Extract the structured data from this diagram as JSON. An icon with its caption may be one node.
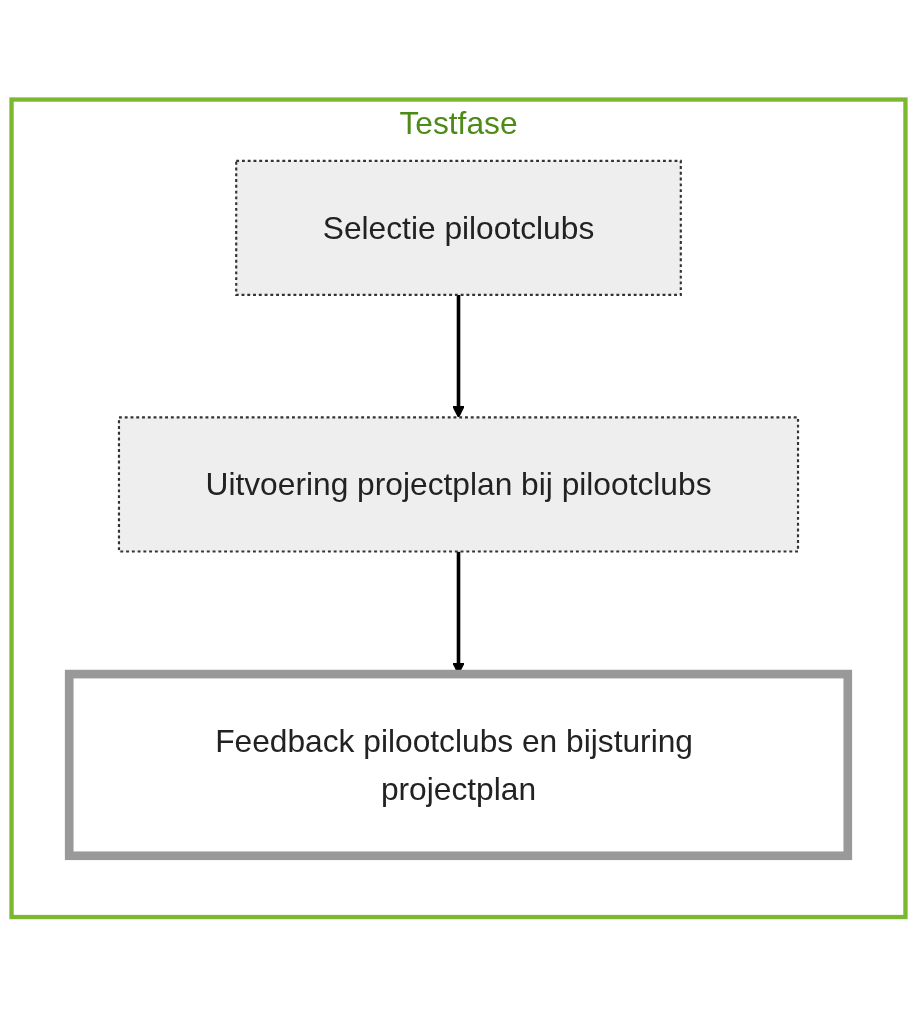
{
  "diagram": {
    "nodes": [
      {
        "text": [
          "Testfase"
        ]
      },
      {
        "text": [
          "Selectie pilootclubs"
        ],
        "in": 0
      },
      {
        "text": [
          "Uitvoering projectplan bij pilootclubs"
        ],
        "in": 0
      },
      {
        "text": [
          "Feedback pilootclubs en bijsturing projectplan"
        ],
        "in": 0
      }
    ],
    "edges": [
      {
        "from": 1,
        "to": 2,
        "arrow": "to"
      },
      {
        "from": 2,
        "to": 3,
        "arrow": "to"
      }
    ]
  }
}
